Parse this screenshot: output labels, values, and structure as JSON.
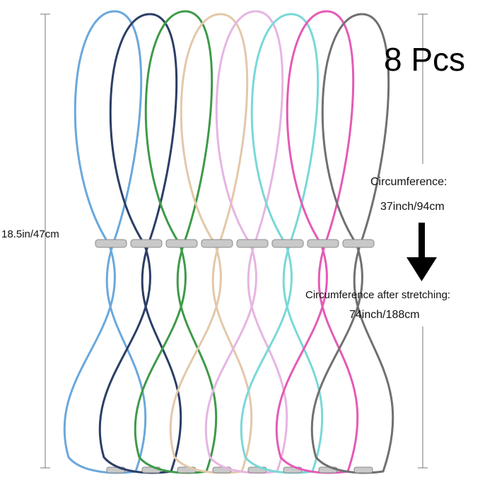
{
  "product": {
    "pieces_label": "8 Pcs",
    "length_label": "18.5in/47cm",
    "circumference_label": "Circumference:",
    "circumference_value": "37inch/94cm",
    "stretched_label": "Circumference after stretching:",
    "stretched_value": "74inch/188cm"
  },
  "colors": {
    "band_colors": [
      "#6aa8dc",
      "#2c3e66",
      "#3e9a48",
      "#e3c8aa",
      "#e6b5e2",
      "#79d8d8",
      "#e55ab6",
      "#707070"
    ],
    "clasp": "#c9c9c9",
    "arrow": "#000000",
    "dimension_line": "#777777"
  },
  "icons": {
    "arrow": "down-arrow-icon",
    "clasp": "metal-clasp-icon"
  }
}
